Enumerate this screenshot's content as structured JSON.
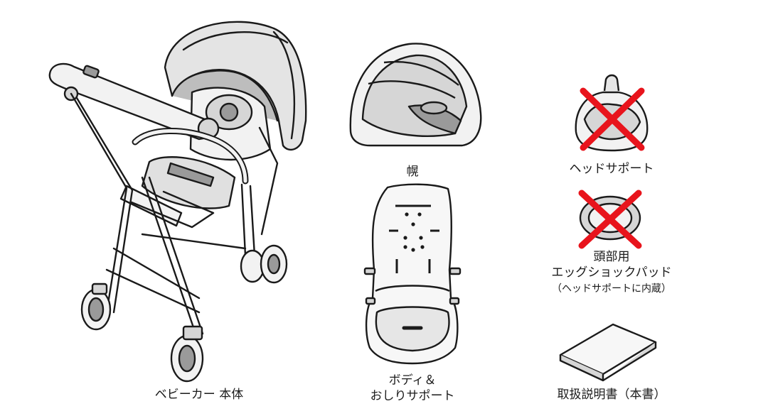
{
  "labels": {
    "stroller_body": "ベビーカー 本体",
    "canopy": "幌",
    "body_hip_support_line1": "ボディ＆",
    "body_hip_support_line2": "おしりサポート",
    "head_support": "ヘッドサポート",
    "egg_pad_line1": "頭部用",
    "egg_pad_line2": "エッグショックパッド",
    "egg_pad_note": "（ヘッドサポートに内蔵）",
    "manual": "取扱説明書（本書）"
  },
  "colors": {
    "line": "#1a1a1a",
    "cross": "#e8141c",
    "fill_light": "#f2f2f2",
    "fill_mid": "#d6d6d6",
    "fill_dark": "#9a9a9a"
  },
  "icons": [
    "stroller-icon",
    "canopy-icon",
    "seat-pad-icon",
    "head-support-icon",
    "egg-pad-icon",
    "manual-icon",
    "cross-mark-icon"
  ],
  "excluded_items": [
    "head_support",
    "egg_pad"
  ]
}
